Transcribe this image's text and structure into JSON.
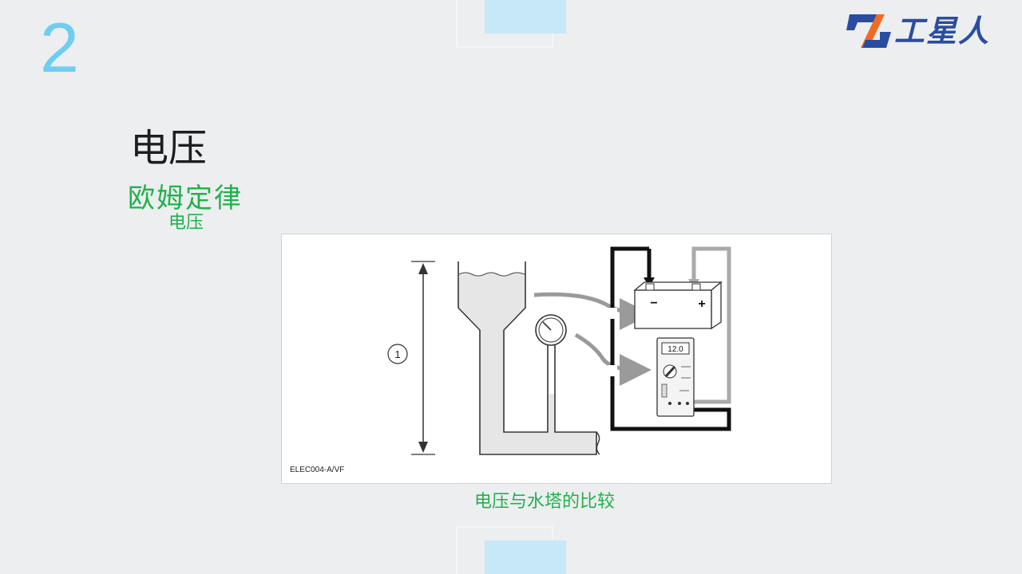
{
  "slide": {
    "number": "2",
    "title": "电压",
    "subtitle": "欧姆定律",
    "subsubtitle": "电压"
  },
  "logo": {
    "text": "工星人"
  },
  "figure": {
    "marker_label": "1",
    "meter_reading": "12.0",
    "battery_minus": "−",
    "battery_plus": "+",
    "figure_code": "ELEC004-A/VF",
    "caption": "电压与水塔的比较"
  },
  "colors": {
    "background": "#eceef0",
    "slide_number": "#6fcdf0",
    "accent_green": "#22b14c",
    "logo_blue": "#2a4da0",
    "logo_orange": "#f06a24",
    "deco_block": "#c7e8f6"
  }
}
